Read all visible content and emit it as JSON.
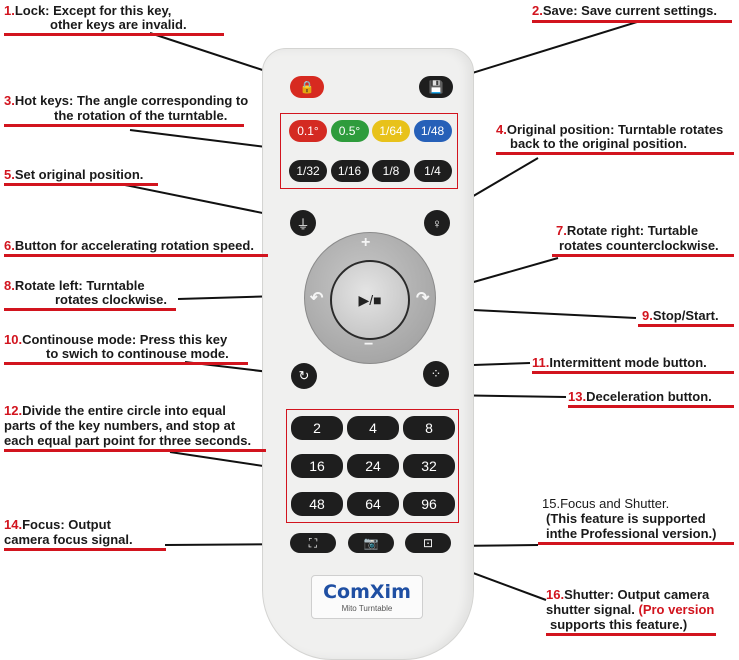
{
  "labels": {
    "l1_num": "1.",
    "l1_a": "Lock: Except for this key,",
    "l1_b": "other keys are invalid.",
    "l2_num": "2.",
    "l2_a": "Save: Save current settings.",
    "l3_num": "3.",
    "l3_a": "Hot keys: The angle corresponding to",
    "l3_b": "the rotation of the turntable.",
    "l4_num": "4.",
    "l4_a": "Original position: Turntable rotates",
    "l4_b": "back to the original position.",
    "l5_num": "5.",
    "l5_a": "Set original position.",
    "l6_num": "6.",
    "l6_a": "Button for accelerating rotation speed.",
    "l7_num": "7.",
    "l7_a": "Rotate right: Turtable",
    "l7_b": "rotates counterclockwise.",
    "l8_num": "8.",
    "l8_a": "Rotate left: Turntable",
    "l8_b": "rotates clockwise.",
    "l9_num": "9.",
    "l9_a": "Stop/Start.",
    "l10_num": "10.",
    "l10_a": "Continouse mode: Press this key",
    "l10_b": "to swich to continouse mode.",
    "l11_num": "11.",
    "l11_a": "Intermittent mode button.",
    "l12_num": "12.",
    "l12_a": "Divide the entire circle into equal",
    "l12_b": "parts of the key numbers, and stop at",
    "l12_c": "each equal part point for three seconds.",
    "l13_num": "13.",
    "l13_a": "Deceleration button.",
    "l14_num": "14.",
    "l14_a": "Focus: Output",
    "l14_b": "camera focus signal.",
    "l15_a": "15.Focus and Shutter.",
    "l15_b": "(This feature is supported",
    "l15_c": "inthe Professional version.)",
    "l16_num": "16.",
    "l16_a": "Shutter: Output camera",
    "l16_b": "shutter signal.",
    "l16_c": "(Pro version",
    "l16_d": "supports this feature.)"
  },
  "remote": {
    "hot_keys": [
      "0.1°",
      "0.5°",
      "1/64",
      "1/48"
    ],
    "hot_colors": [
      "#d42a22",
      "#2e9c3c",
      "#e8c21a",
      "#2660b8"
    ],
    "fraction_keys": [
      "1/32",
      "1/16",
      "1/8",
      "1/4"
    ],
    "number_keys": [
      "2",
      "4",
      "8",
      "16",
      "24",
      "32",
      "48",
      "64",
      "96"
    ],
    "play_symbol": "▶/■",
    "plus": "+",
    "minus": "−",
    "brand": "ComXim",
    "model": "Mito Turntable"
  },
  "colors": {
    "accent": "#d2141e",
    "key": "#1e1e1e"
  }
}
